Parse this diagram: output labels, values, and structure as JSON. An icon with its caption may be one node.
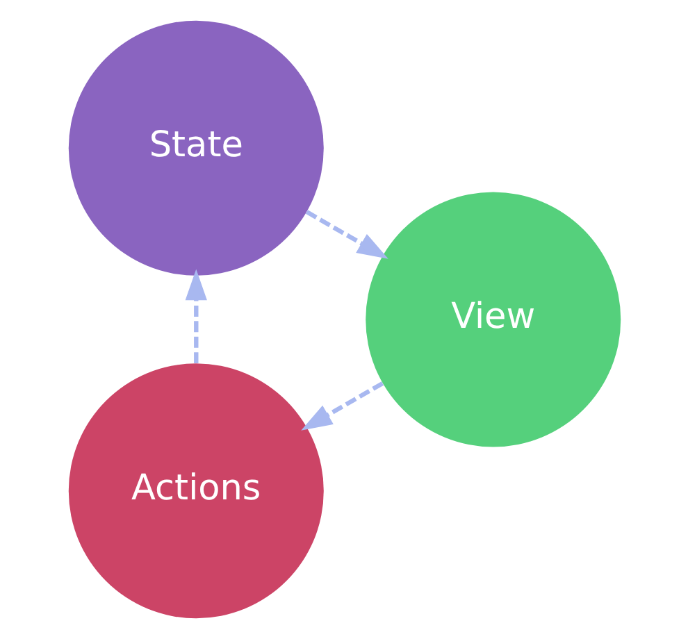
{
  "diagram": {
    "nodes": [
      {
        "text": [
          "Actions"
        ]
      },
      {
        "text": [
          "State"
        ]
      },
      {
        "text": [
          "View"
        ]
      }
    ],
    "edges": [
      {
        "from": 2,
        "to": 0,
        "arrow": "to",
        "style": "dashed"
      },
      {
        "from": 0,
        "to": 1,
        "arrow": "to",
        "style": "dashed"
      },
      {
        "from": 1,
        "to": 2,
        "arrow": "to",
        "style": "dashed"
      }
    ]
  }
}
